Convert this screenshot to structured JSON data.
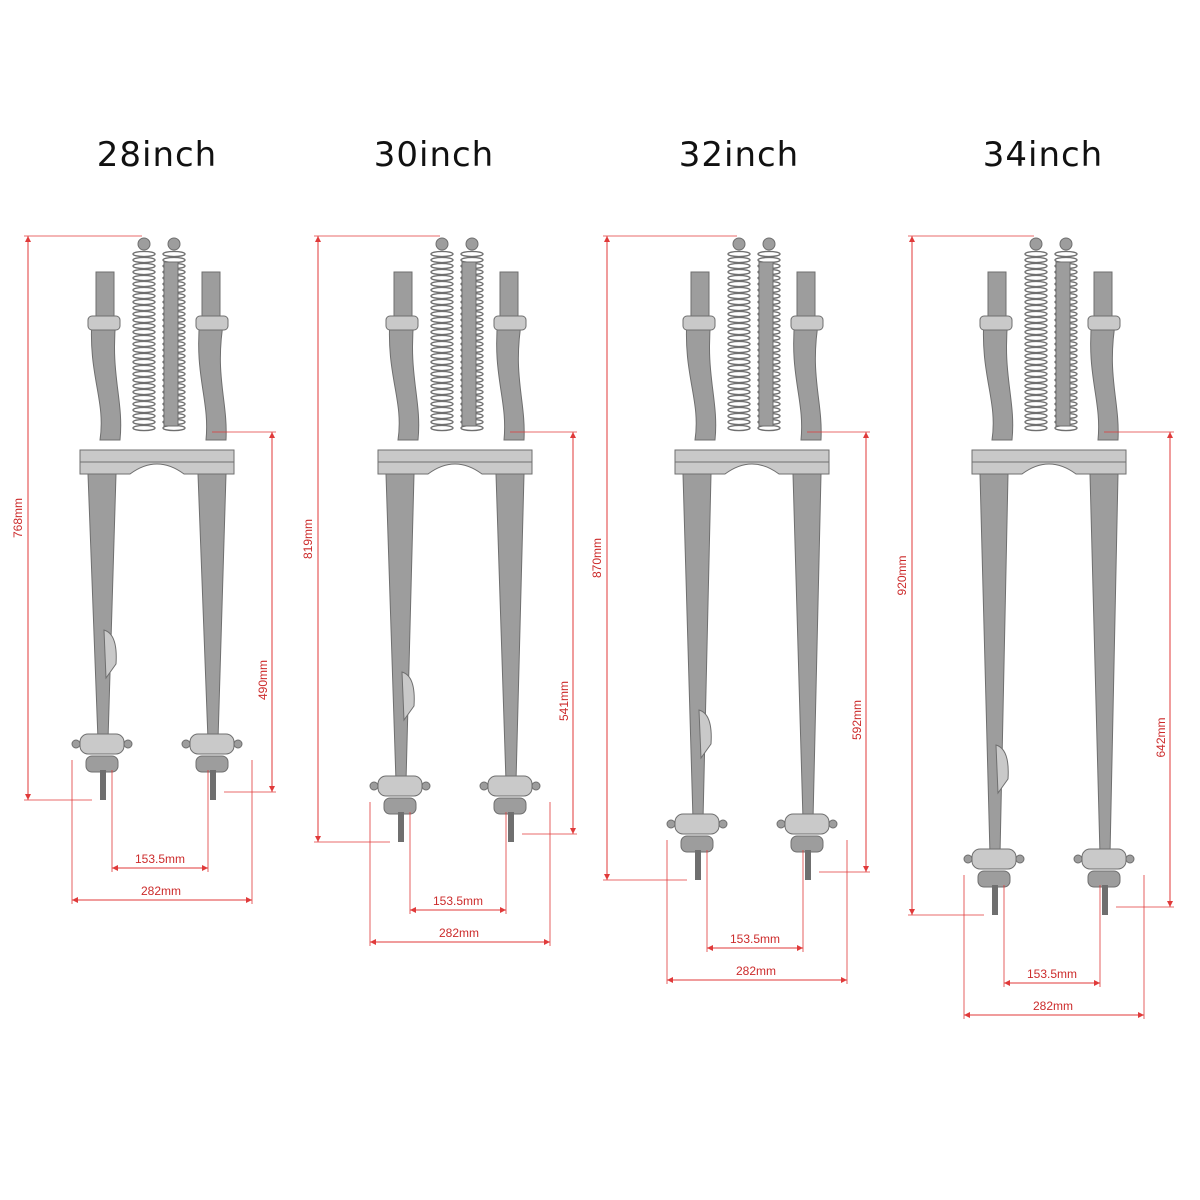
{
  "forks": [
    {
      "title": "28inch",
      "overall": "768mm",
      "lower": "490mm",
      "inner": "153.5mm",
      "outer": "282mm"
    },
    {
      "title": "30inch",
      "overall": "819mm",
      "lower": "541mm",
      "inner": "153.5mm",
      "outer": "282mm"
    },
    {
      "title": "32inch",
      "overall": "870mm",
      "lower": "592mm",
      "inner": "153.5mm",
      "outer": "282mm"
    },
    {
      "title": "34inch",
      "overall": "920mm",
      "lower": "642mm",
      "inner": "153.5mm",
      "outer": "282mm"
    }
  ],
  "colors": {
    "dimension": "#e03a3a",
    "fork": "#9d9d9d",
    "fork_dark": "#6f6f6f",
    "fork_light": "#c9c9c9"
  }
}
